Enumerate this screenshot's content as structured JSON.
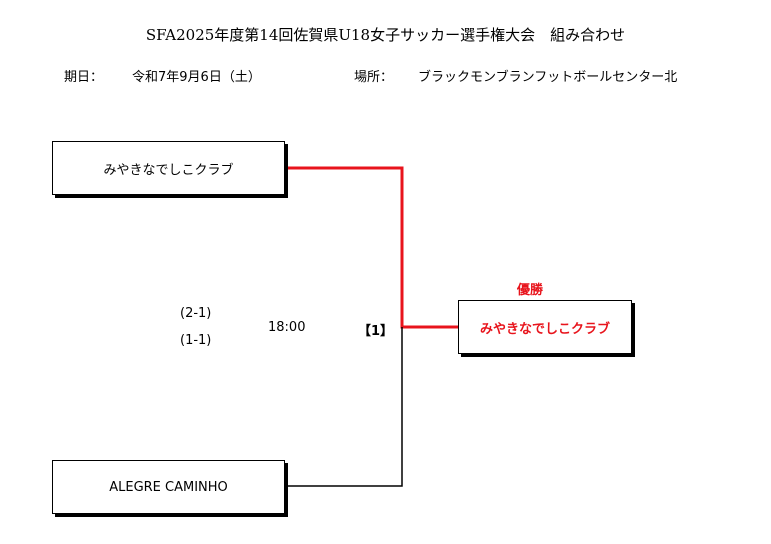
{
  "header": {
    "title": "SFA2025年度第14回佐賀県U18女子サッカー選手権大会　組み合わせ",
    "date_label": "期日：",
    "date_value": "令和7年9月6日（土）",
    "venue_label": "場所：",
    "venue_value": "ブラックモンブランフットボールセンター北"
  },
  "bracket": {
    "team_top": "みやきなでしこクラブ",
    "team_bottom": "ALEGRE  CAMINHO",
    "score_1": "(2-1)",
    "score_2": "(1-1)",
    "kickoff": "18:00",
    "match_no": "【1】",
    "winner_label": "優勝",
    "winner_team": "みやきなでしこクラブ"
  },
  "colors": {
    "winner_line": "#e8141c",
    "winner_text": "#e8141c",
    "line": "#000000"
  }
}
